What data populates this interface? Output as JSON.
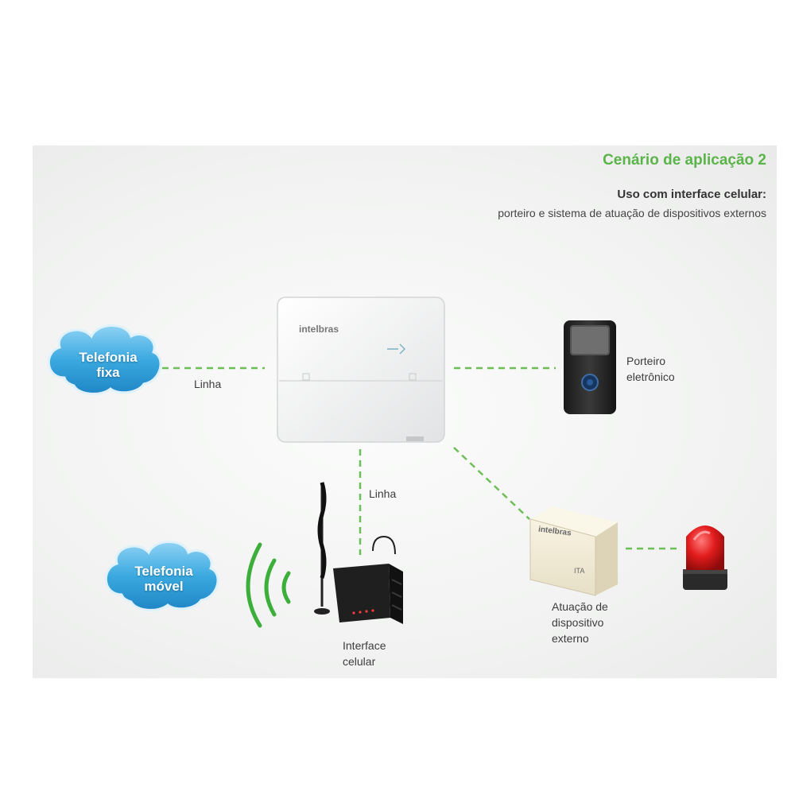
{
  "header": {
    "title": "Cenário de aplicação 2",
    "subtitle": "Uso com interface celular:",
    "description": "porteiro e sistema de atuação de dispositivos externos"
  },
  "clouds": {
    "fixed": [
      "Telefonia",
      "fixa"
    ],
    "mobile": [
      "Telefonia",
      "móvel"
    ]
  },
  "links": {
    "fixed_line": "Linha",
    "cell_line": "Linha"
  },
  "devices": {
    "pbx_brand": "intelbras",
    "doorphone_label": [
      "Porteiro",
      "eletrônico"
    ],
    "cell_interface_label": [
      "Interface",
      "celular"
    ],
    "actuator_label": [
      "Atuação de",
      "dispositivo",
      "externo"
    ],
    "actuator_brand": "intelbras",
    "actuator_model": "ITA"
  },
  "colors": {
    "accent_green": "#5bb44a",
    "dashed_line": "#6bbf55",
    "cloud_blue": "#2a9fd8",
    "signal_green": "#3cae3a",
    "beacon_red": "#d41f1f"
  }
}
